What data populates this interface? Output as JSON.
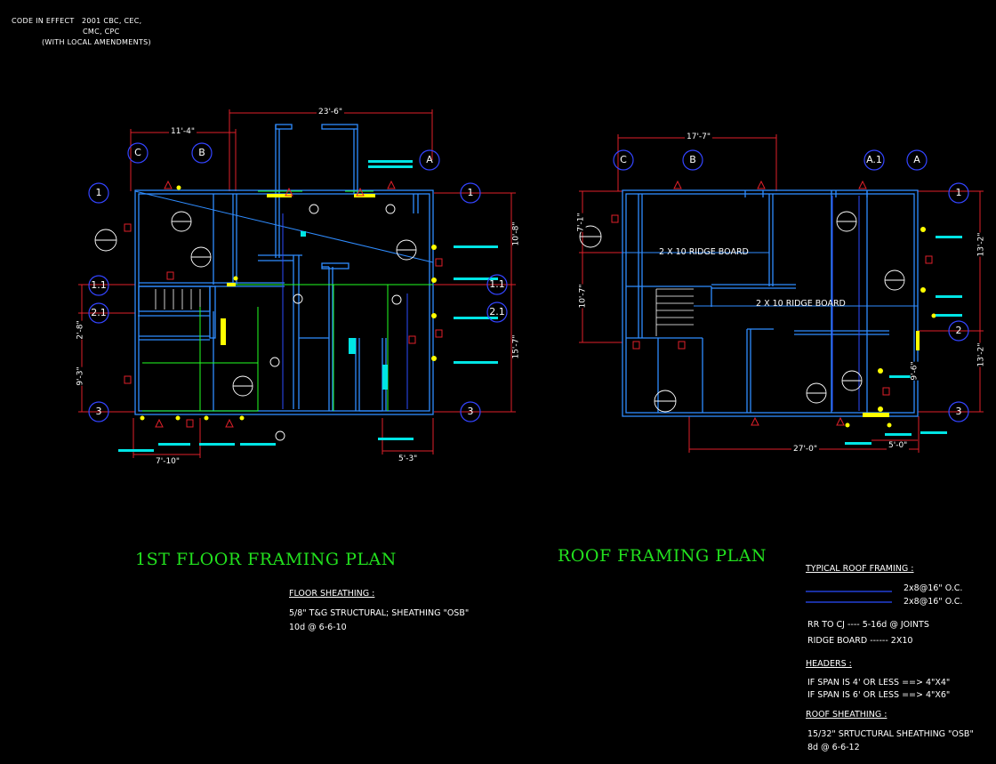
{
  "code_block": {
    "label": "CODE IN EFFECT",
    "line1": "2001 CBC, CEC,",
    "line2": "CMC, CPC",
    "line3": "(WITH LOCAL AMENDMENTS)"
  },
  "plans": {
    "first_floor_title": "1ST FLOOR FRAMING PLAN",
    "roof_title": "ROOF FRAMING PLAN"
  },
  "floor_sheathing": {
    "heading": "FLOOR SHEATHING :",
    "line1": "5/8\" T&G STRUCTURAL; SHEATHING \"OSB\"",
    "line2": "10d @ 6-6-10"
  },
  "roof_notes": {
    "typical_heading": "TYPICAL ROOF FRAMING :",
    "rafter1": "2x8@16\"  O.C.",
    "rafter2": "2x8@16\"  O.C.",
    "rr_to_cj": "RR TO CJ ----  5-16d @ JOINTS",
    "ridge_board": "RIDGE BOARD ------ 2X10",
    "headers_heading": "HEADERS :",
    "header1": "IF SPAN IS 4' OR LESS ==>   4\"X4\"",
    "header2": "IF SPAN IS 6' OR LESS ==>   4\"X6\"",
    "roof_sheathing_heading": "ROOF SHEATHING :",
    "roof_sheathing_line1": "15/32\"  SRTUCTURAL SHEATHING  \"OSB\"",
    "roof_sheathing_line2": "8d @ 6-6-12"
  },
  "dimensions": {
    "d_23_6": "23'-6\"",
    "d_11_4": "11'-4\"",
    "d_10_8": "10'-8\"",
    "d_15_7": "15'-7\"",
    "d_2_8": "2'-8\"",
    "d_9_3": "9'-3\"",
    "d_7_10": "7'-10\"",
    "d_5_3": "5'-3\"",
    "d_17_7": "17'-7\"",
    "d_7_1": "7'-1\"",
    "d_10_7": "10'-7\"",
    "d_13_2a": "13'-2\"",
    "d_13_2b": "13'-2\"",
    "d_9_6": "9'-6\"",
    "d_27_0": "27'-0\"",
    "d_5_0": "5'-0\""
  },
  "ridge_boards": {
    "rb1": "2 X 10 RIDGE BOARD",
    "rb2": "2 X 10 RIDGE BOARD"
  },
  "grid_bubbles": {
    "left": [
      "C",
      "B",
      "A",
      "1",
      "1",
      "1.1",
      "1.1",
      "2.1",
      "2.1",
      "3",
      "3"
    ],
    "right": [
      "C",
      "B",
      "A.1",
      "A",
      "1",
      "2",
      "3"
    ]
  },
  "colors": {
    "background": "#000000",
    "wall": "#2f8cff",
    "dimension": "#e0202a",
    "title": "#22e01e",
    "grid_bubble": "#3344ff",
    "detail_marker": "#ffffff",
    "note_text": "#ffffff",
    "beam": "#22ff22",
    "cyan_callout": "#00e5e5",
    "yellow_point": "#ffff00"
  }
}
